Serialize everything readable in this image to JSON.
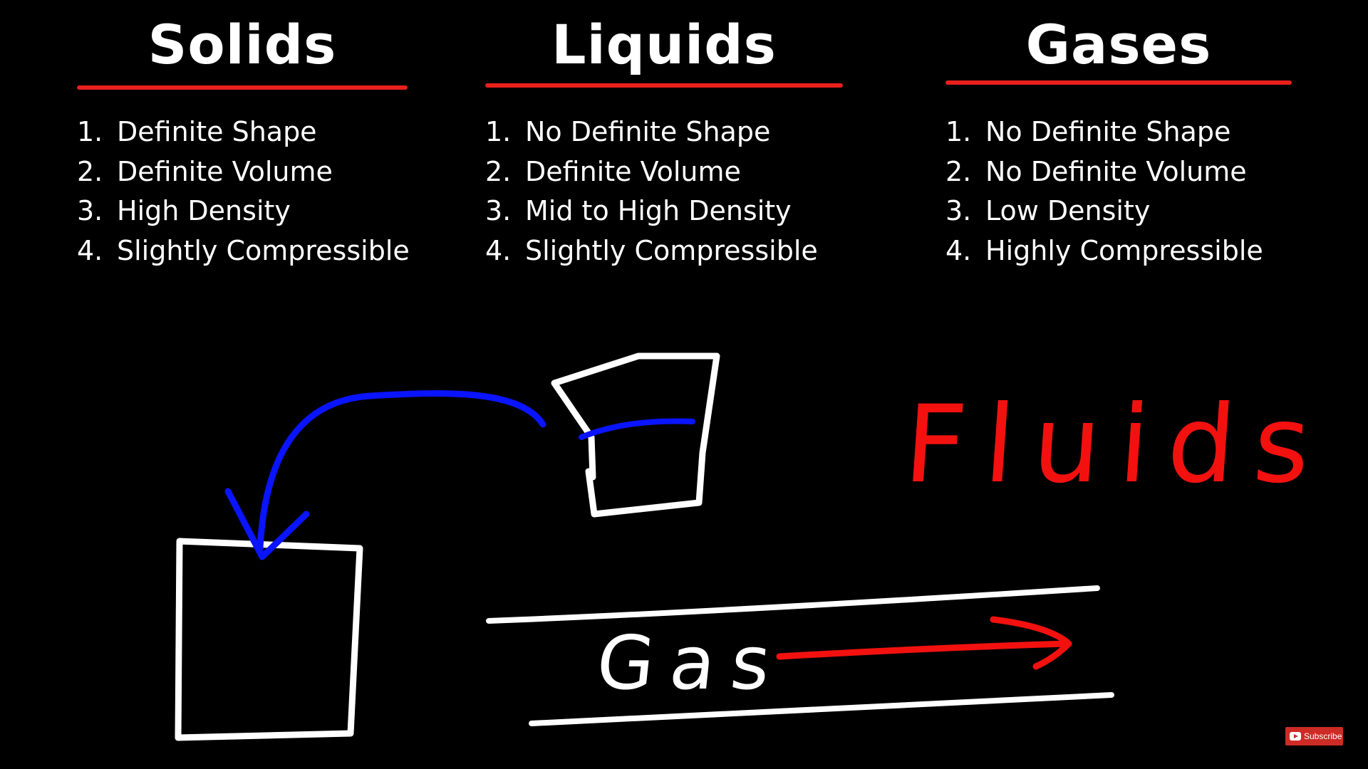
{
  "columns": [
    {
      "title": "Solids",
      "properties": [
        {
          "num": "1.",
          "text": "Definite Shape"
        },
        {
          "num": "2.",
          "text": "Definite Volume"
        },
        {
          "num": "3.",
          "text": "High Density"
        },
        {
          "num": "4.",
          "text": "Slightly Compressible"
        }
      ]
    },
    {
      "title": "Liquids",
      "properties": [
        {
          "num": "1.",
          "text": "No Definite Shape"
        },
        {
          "num": "2.",
          "text": "Definite Volume"
        },
        {
          "num": "3.",
          "text": "Mid to High Density"
        },
        {
          "num": "4.",
          "text": "Slightly Compressible"
        }
      ]
    },
    {
      "title": "Gases",
      "properties": [
        {
          "num": "1.",
          "text": "No Definite Shape"
        },
        {
          "num": "2.",
          "text": "No Definite Volume"
        },
        {
          "num": "3.",
          "text": "Low Density"
        },
        {
          "num": "4.",
          "text": "Highly Compressible"
        }
      ]
    }
  ],
  "annotations": {
    "fluids": "Fluids",
    "gas": "Gas"
  },
  "subscribe": {
    "label": "Subscribe"
  },
  "colors": {
    "background": "#000000",
    "text": "#ffffff",
    "accent_red": "#e8201c",
    "annotation_blue": "#0a14ff"
  }
}
